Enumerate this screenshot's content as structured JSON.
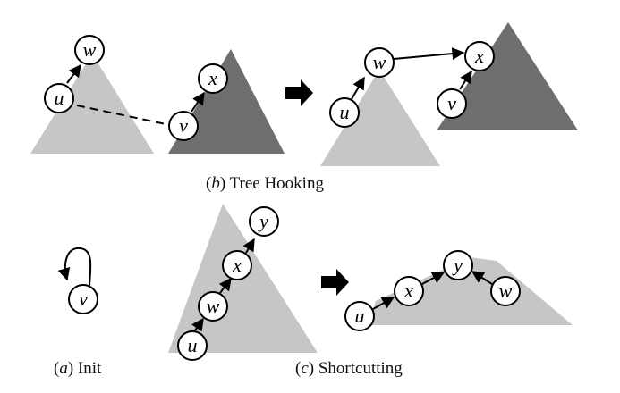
{
  "colors": {
    "tree_light": "#c6c6c6",
    "tree_dark": "#6e6e6e",
    "stroke": "#000000",
    "background": "#ffffff"
  },
  "nodes": {
    "b_left_w": "w",
    "b_left_u": "u",
    "b_left_x": "x",
    "b_left_v": "v",
    "b_right_w": "w",
    "b_right_x": "x",
    "b_right_u": "u",
    "b_right_v": "v",
    "a_v": "v",
    "c_left_y": "y",
    "c_left_x": "x",
    "c_left_w": "w",
    "c_left_u": "u",
    "c_right_u": "u",
    "c_right_x": "x",
    "c_right_y": "y",
    "c_right_w": "w"
  },
  "captions": {
    "b": {
      "tag": "b",
      "text": "Tree Hooking"
    },
    "a": {
      "tag": "a",
      "text": "Init"
    },
    "c": {
      "tag": "c",
      "text": "Shortcutting"
    }
  },
  "icons": {
    "transition_arrow": "arrow-right-icon"
  }
}
